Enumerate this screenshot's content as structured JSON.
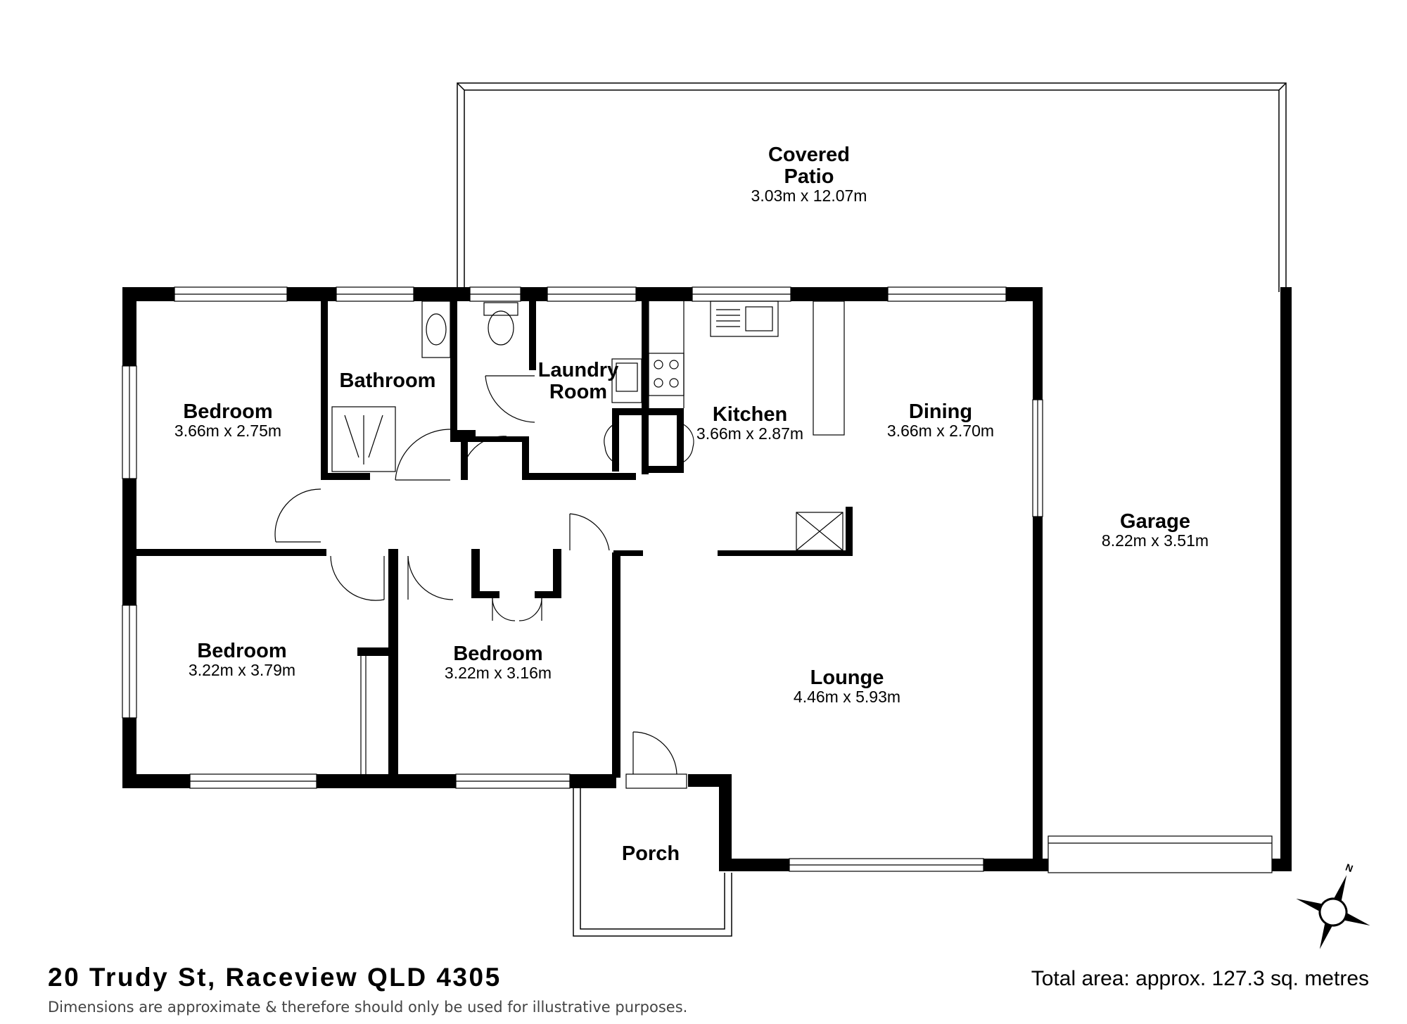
{
  "rooms": {
    "covered_patio": {
      "name_line1": "Covered",
      "name_line2": "Patio",
      "dims": "3.03m x 12.07m"
    },
    "bedroom1": {
      "name": "Bedroom",
      "dims": "3.66m x 2.75m"
    },
    "bathroom": {
      "name": "Bathroom"
    },
    "laundry": {
      "name_line1": "Laundry",
      "name_line2": "Room"
    },
    "kitchen": {
      "name": "Kitchen",
      "dims": "3.66m x 2.87m"
    },
    "dining": {
      "name": "Dining",
      "dims": "3.66m x 2.70m"
    },
    "garage": {
      "name": "Garage",
      "dims": "8.22m x 3.51m"
    },
    "bedroom2": {
      "name": "Bedroom",
      "dims": "3.22m x 3.79m"
    },
    "bedroom3": {
      "name": "Bedroom",
      "dims": "3.22m x 3.16m"
    },
    "lounge": {
      "name": "Lounge",
      "dims": "4.46m x 5.93m"
    },
    "porch": {
      "name": "Porch"
    }
  },
  "compass": {
    "label": "N"
  },
  "footer": {
    "address": "20 Trudy St, Raceview QLD 4305",
    "disclaimer": "Dimensions are approximate & therefore should only be used for illustrative purposes.",
    "total_area": "Total area: approx. 127.3 sq. metres"
  }
}
